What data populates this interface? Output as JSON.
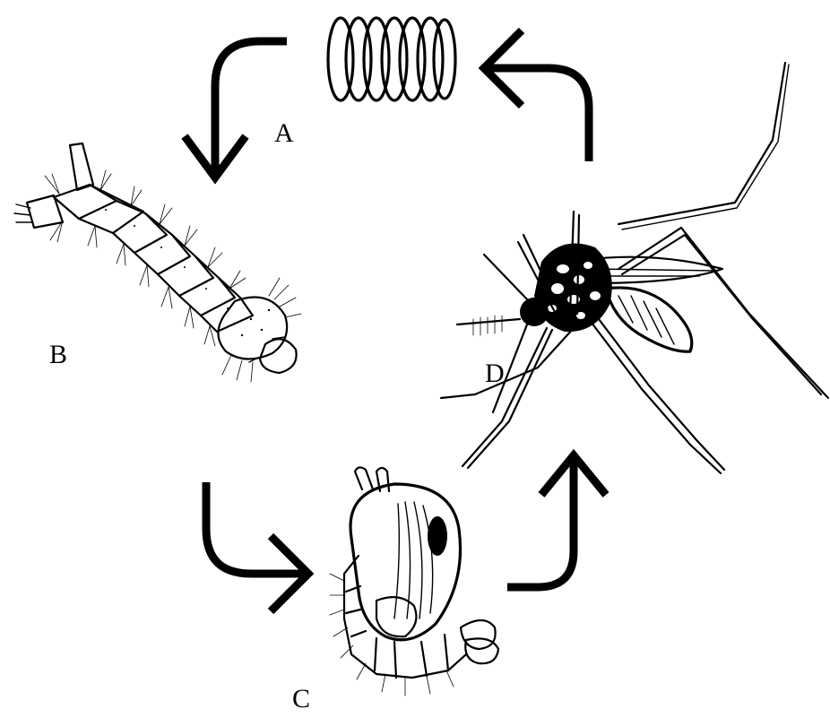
{
  "labels": {
    "a": "A",
    "b": "B",
    "c": "C",
    "d": "D"
  },
  "stages": [
    {
      "key": "a",
      "illustration": "egg-raft"
    },
    {
      "key": "b",
      "illustration": "larva"
    },
    {
      "key": "c",
      "illustration": "pupa"
    },
    {
      "key": "d",
      "illustration": "adult-mosquito"
    }
  ],
  "colors": {
    "background": "#ffffff",
    "ink": "#000000"
  }
}
